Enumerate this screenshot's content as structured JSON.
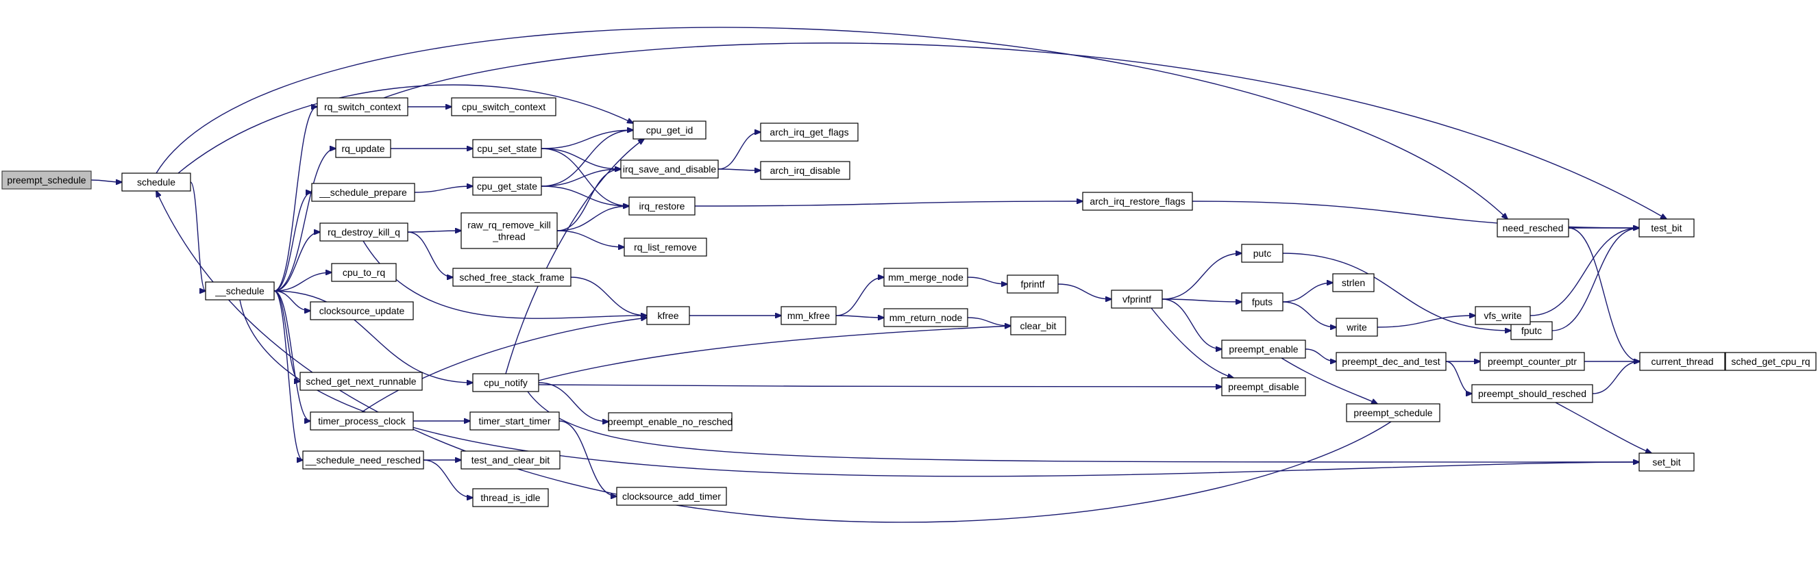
{
  "diagram": {
    "nodes": [
      {
        "id": "preempt_schedule_root",
        "label": "preempt_schedule",
        "root": true
      },
      {
        "id": "schedule",
        "label": "schedule"
      },
      {
        "id": "__schedule",
        "label": "__schedule"
      },
      {
        "id": "rq_switch_context",
        "label": "rq_switch_context"
      },
      {
        "id": "cpu_switch_context",
        "label": "cpu_switch_context"
      },
      {
        "id": "rq_update",
        "label": "rq_update"
      },
      {
        "id": "cpu_set_state",
        "label": "cpu_set_state"
      },
      {
        "id": "cpu_get_id",
        "label": "cpu_get_id"
      },
      {
        "id": "__schedule_prepare",
        "label": "__schedule_prepare"
      },
      {
        "id": "cpu_get_state",
        "label": "cpu_get_state"
      },
      {
        "id": "irq_save_and_disable",
        "label": "irq_save_and_disable"
      },
      {
        "id": "arch_irq_get_flags",
        "label": "arch_irq_get_flags"
      },
      {
        "id": "arch_irq_disable",
        "label": "arch_irq_disable"
      },
      {
        "id": "irq_restore",
        "label": "irq_restore"
      },
      {
        "id": "arch_irq_restore_flags",
        "label": "arch_irq_restore_flags"
      },
      {
        "id": "rq_destroy_kill_q",
        "label": "rq_destroy_kill_q"
      },
      {
        "id": "raw_rq_remove_kill_thread",
        "label": "raw_rq_remove_kill\n_thread"
      },
      {
        "id": "rq_list_remove",
        "label": "rq_list_remove"
      },
      {
        "id": "sched_free_stack_frame",
        "label": "sched_free_stack_frame"
      },
      {
        "id": "cpu_to_rq",
        "label": "cpu_to_rq"
      },
      {
        "id": "clocksource_update",
        "label": "clocksource_update"
      },
      {
        "id": "kfree",
        "label": "kfree"
      },
      {
        "id": "mm_kfree",
        "label": "mm_kfree"
      },
      {
        "id": "mm_merge_node",
        "label": "mm_merge_node"
      },
      {
        "id": "mm_return_node",
        "label": "mm_return_node"
      },
      {
        "id": "fprintf",
        "label": "fprintf"
      },
      {
        "id": "vfprintf",
        "label": "vfprintf"
      },
      {
        "id": "clear_bit",
        "label": "clear_bit"
      },
      {
        "id": "putc",
        "label": "putc"
      },
      {
        "id": "fputc",
        "label": "fputc"
      },
      {
        "id": "fputs",
        "label": "fputs"
      },
      {
        "id": "strlen",
        "label": "strlen"
      },
      {
        "id": "write",
        "label": "write"
      },
      {
        "id": "vfs_write",
        "label": "vfs_write"
      },
      {
        "id": "need_resched",
        "label": "need_resched"
      },
      {
        "id": "test_bit",
        "label": "test_bit"
      },
      {
        "id": "sched_get_next_runnable",
        "label": "sched_get_next_runnable"
      },
      {
        "id": "cpu_notify",
        "label": "cpu_notify"
      },
      {
        "id": "preempt_enable_no_resched",
        "label": "preempt_enable_no_resched"
      },
      {
        "id": "preempt_enable",
        "label": "preempt_enable"
      },
      {
        "id": "preempt_disable",
        "label": "preempt_disable"
      },
      {
        "id": "preempt_dec_and_test",
        "label": "preempt_dec_and_test"
      },
      {
        "id": "preempt_counter_ptr",
        "label": "preempt_counter_ptr"
      },
      {
        "id": "preempt_should_resched",
        "label": "preempt_should_resched"
      },
      {
        "id": "current_thread",
        "label": "current_thread"
      },
      {
        "id": "sched_get_cpu_rq",
        "label": "sched_get_cpu_rq"
      },
      {
        "id": "preempt_schedule",
        "label": "preempt_schedule"
      },
      {
        "id": "set_bit",
        "label": "set_bit"
      },
      {
        "id": "timer_process_clock",
        "label": "timer_process_clock"
      },
      {
        "id": "timer_start_timer",
        "label": "timer_start_timer"
      },
      {
        "id": "clocksource_add_timer",
        "label": "clocksource_add_timer"
      },
      {
        "id": "__schedule_need_resched",
        "label": "__schedule_need_resched"
      },
      {
        "id": "test_and_clear_bit",
        "label": "test_and_clear_bit"
      },
      {
        "id": "thread_is_idle",
        "label": "thread_is_idle"
      }
    ],
    "edges": [
      [
        "preempt_schedule_root",
        "schedule"
      ],
      [
        "schedule",
        "__schedule"
      ],
      [
        "schedule",
        "cpu_get_id"
      ],
      [
        "schedule",
        "need_resched"
      ],
      [
        "__schedule",
        "rq_switch_context"
      ],
      [
        "__schedule",
        "rq_update"
      ],
      [
        "__schedule",
        "__schedule_prepare"
      ],
      [
        "__schedule",
        "rq_destroy_kill_q"
      ],
      [
        "__schedule",
        "cpu_to_rq"
      ],
      [
        "__schedule",
        "clocksource_update"
      ],
      [
        "__schedule",
        "sched_get_next_runnable"
      ],
      [
        "__schedule",
        "cpu_notify"
      ],
      [
        "__schedule",
        "timer_process_clock"
      ],
      [
        "__schedule",
        "__schedule_need_resched"
      ],
      [
        "__schedule",
        "set_bit"
      ],
      [
        "rq_switch_context",
        "cpu_switch_context"
      ],
      [
        "rq_switch_context",
        "test_bit"
      ],
      [
        "rq_update",
        "cpu_set_state"
      ],
      [
        "cpu_set_state",
        "cpu_get_id"
      ],
      [
        "cpu_set_state",
        "irq_save_and_disable"
      ],
      [
        "cpu_set_state",
        "irq_restore"
      ],
      [
        "__schedule_prepare",
        "cpu_get_state"
      ],
      [
        "cpu_get_state",
        "cpu_get_id"
      ],
      [
        "cpu_get_state",
        "irq_save_and_disable"
      ],
      [
        "cpu_get_state",
        "irq_restore"
      ],
      [
        "irq_save_and_disable",
        "arch_irq_get_flags"
      ],
      [
        "irq_save_and_disable",
        "arch_irq_disable"
      ],
      [
        "irq_restore",
        "arch_irq_restore_flags"
      ],
      [
        "arch_irq_restore_flags",
        "test_bit"
      ],
      [
        "rq_destroy_kill_q",
        "raw_rq_remove_kill_thread"
      ],
      [
        "rq_destroy_kill_q",
        "sched_free_stack_frame"
      ],
      [
        "rq_destroy_kill_q",
        "kfree"
      ],
      [
        "raw_rq_remove_kill_thread",
        "irq_save_and_disable"
      ],
      [
        "raw_rq_remove_kill_thread",
        "irq_restore"
      ],
      [
        "raw_rq_remove_kill_thread",
        "rq_list_remove"
      ],
      [
        "sched_free_stack_frame",
        "kfree"
      ],
      [
        "kfree",
        "mm_kfree"
      ],
      [
        "mm_kfree",
        "mm_merge_node"
      ],
      [
        "mm_kfree",
        "mm_return_node"
      ],
      [
        "mm_merge_node",
        "fprintf"
      ],
      [
        "mm_return_node",
        "clear_bit"
      ],
      [
        "fprintf",
        "vfprintf"
      ],
      [
        "vfprintf",
        "putc"
      ],
      [
        "vfprintf",
        "fputs"
      ],
      [
        "vfprintf",
        "preempt_enable"
      ],
      [
        "vfprintf",
        "preempt_disable"
      ],
      [
        "putc",
        "fputc"
      ],
      [
        "fputc",
        "test_bit"
      ],
      [
        "fputs",
        "strlen"
      ],
      [
        "fputs",
        "write"
      ],
      [
        "write",
        "vfs_write"
      ],
      [
        "vfs_write",
        "test_bit"
      ],
      [
        "need_resched",
        "test_bit"
      ],
      [
        "need_resched",
        "current_thread"
      ],
      [
        "preempt_enable",
        "preempt_dec_and_test"
      ],
      [
        "preempt_enable",
        "preempt_schedule"
      ],
      [
        "preempt_dec_and_test",
        "preempt_counter_ptr"
      ],
      [
        "preempt_dec_and_test",
        "preempt_should_resched"
      ],
      [
        "preempt_counter_ptr",
        "current_thread"
      ],
      [
        "preempt_should_resched",
        "current_thread"
      ],
      [
        "preempt_should_resched",
        "set_bit"
      ],
      [
        "current_thread",
        "sched_get_cpu_rq"
      ],
      [
        "preempt_schedule",
        "schedule"
      ],
      [
        "cpu_notify",
        "cpu_get_id"
      ],
      [
        "cpu_notify",
        "clear_bit"
      ],
      [
        "cpu_notify",
        "preempt_disable"
      ],
      [
        "cpu_notify",
        "preempt_enable_no_resched"
      ],
      [
        "cpu_notify",
        "set_bit"
      ],
      [
        "timer_process_clock",
        "kfree"
      ],
      [
        "timer_process_clock",
        "timer_start_timer"
      ],
      [
        "timer_start_timer",
        "clocksource_add_timer"
      ],
      [
        "__schedule_need_resched",
        "test_and_clear_bit"
      ],
      [
        "__schedule_need_resched",
        "thread_is_idle"
      ]
    ]
  }
}
